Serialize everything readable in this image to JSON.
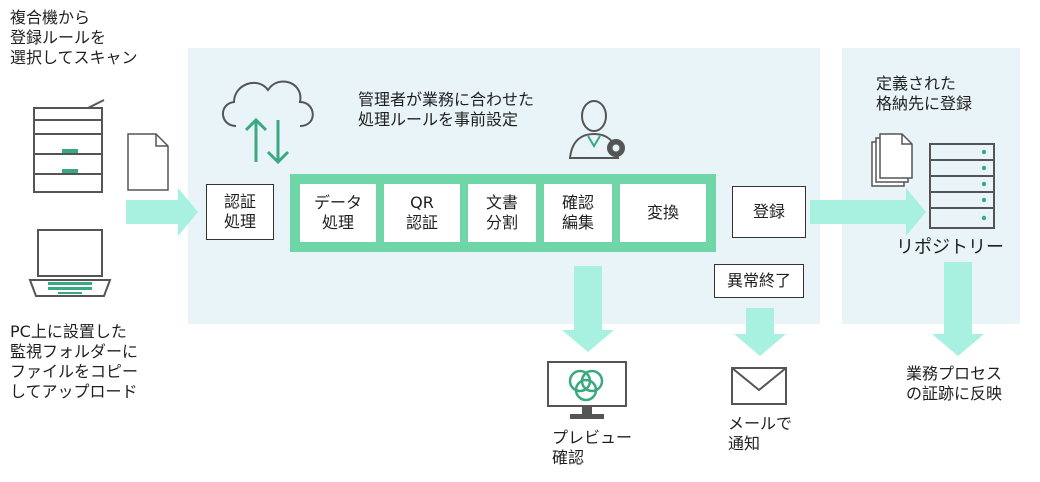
{
  "labels": {
    "select_from_mfp": "複合機から\n登録ルールを\n選択してスキャン",
    "pc_folder": "PC上に設置した\n監視フォルダーに\nファイルをコピー\nしてアップロード",
    "admin_rules": "管理者が業務に合わせた\n処理ルールを事前設定",
    "defined_dest": "定義された\n格納先に登録",
    "repository": "リポジトリー",
    "reflect": "業務プロセス\nの証跡に反映",
    "preview": "プレビュー\n確認",
    "mail_notify": "メールで\n通知"
  },
  "boxes": {
    "auth_processing": "認証\n処理",
    "register": "登録",
    "abnormal_end": "異常終了"
  },
  "process_steps": [
    "データ\n処理",
    "QR\n認証",
    "文書\n分割",
    "確認\n編集",
    "変換"
  ],
  "colors": {
    "panel": "#e9f4f8",
    "green": "#6fd6a8",
    "arrow": "#a8f0e0",
    "icon_green": "#3aa981",
    "icon_gray": "#555555"
  }
}
